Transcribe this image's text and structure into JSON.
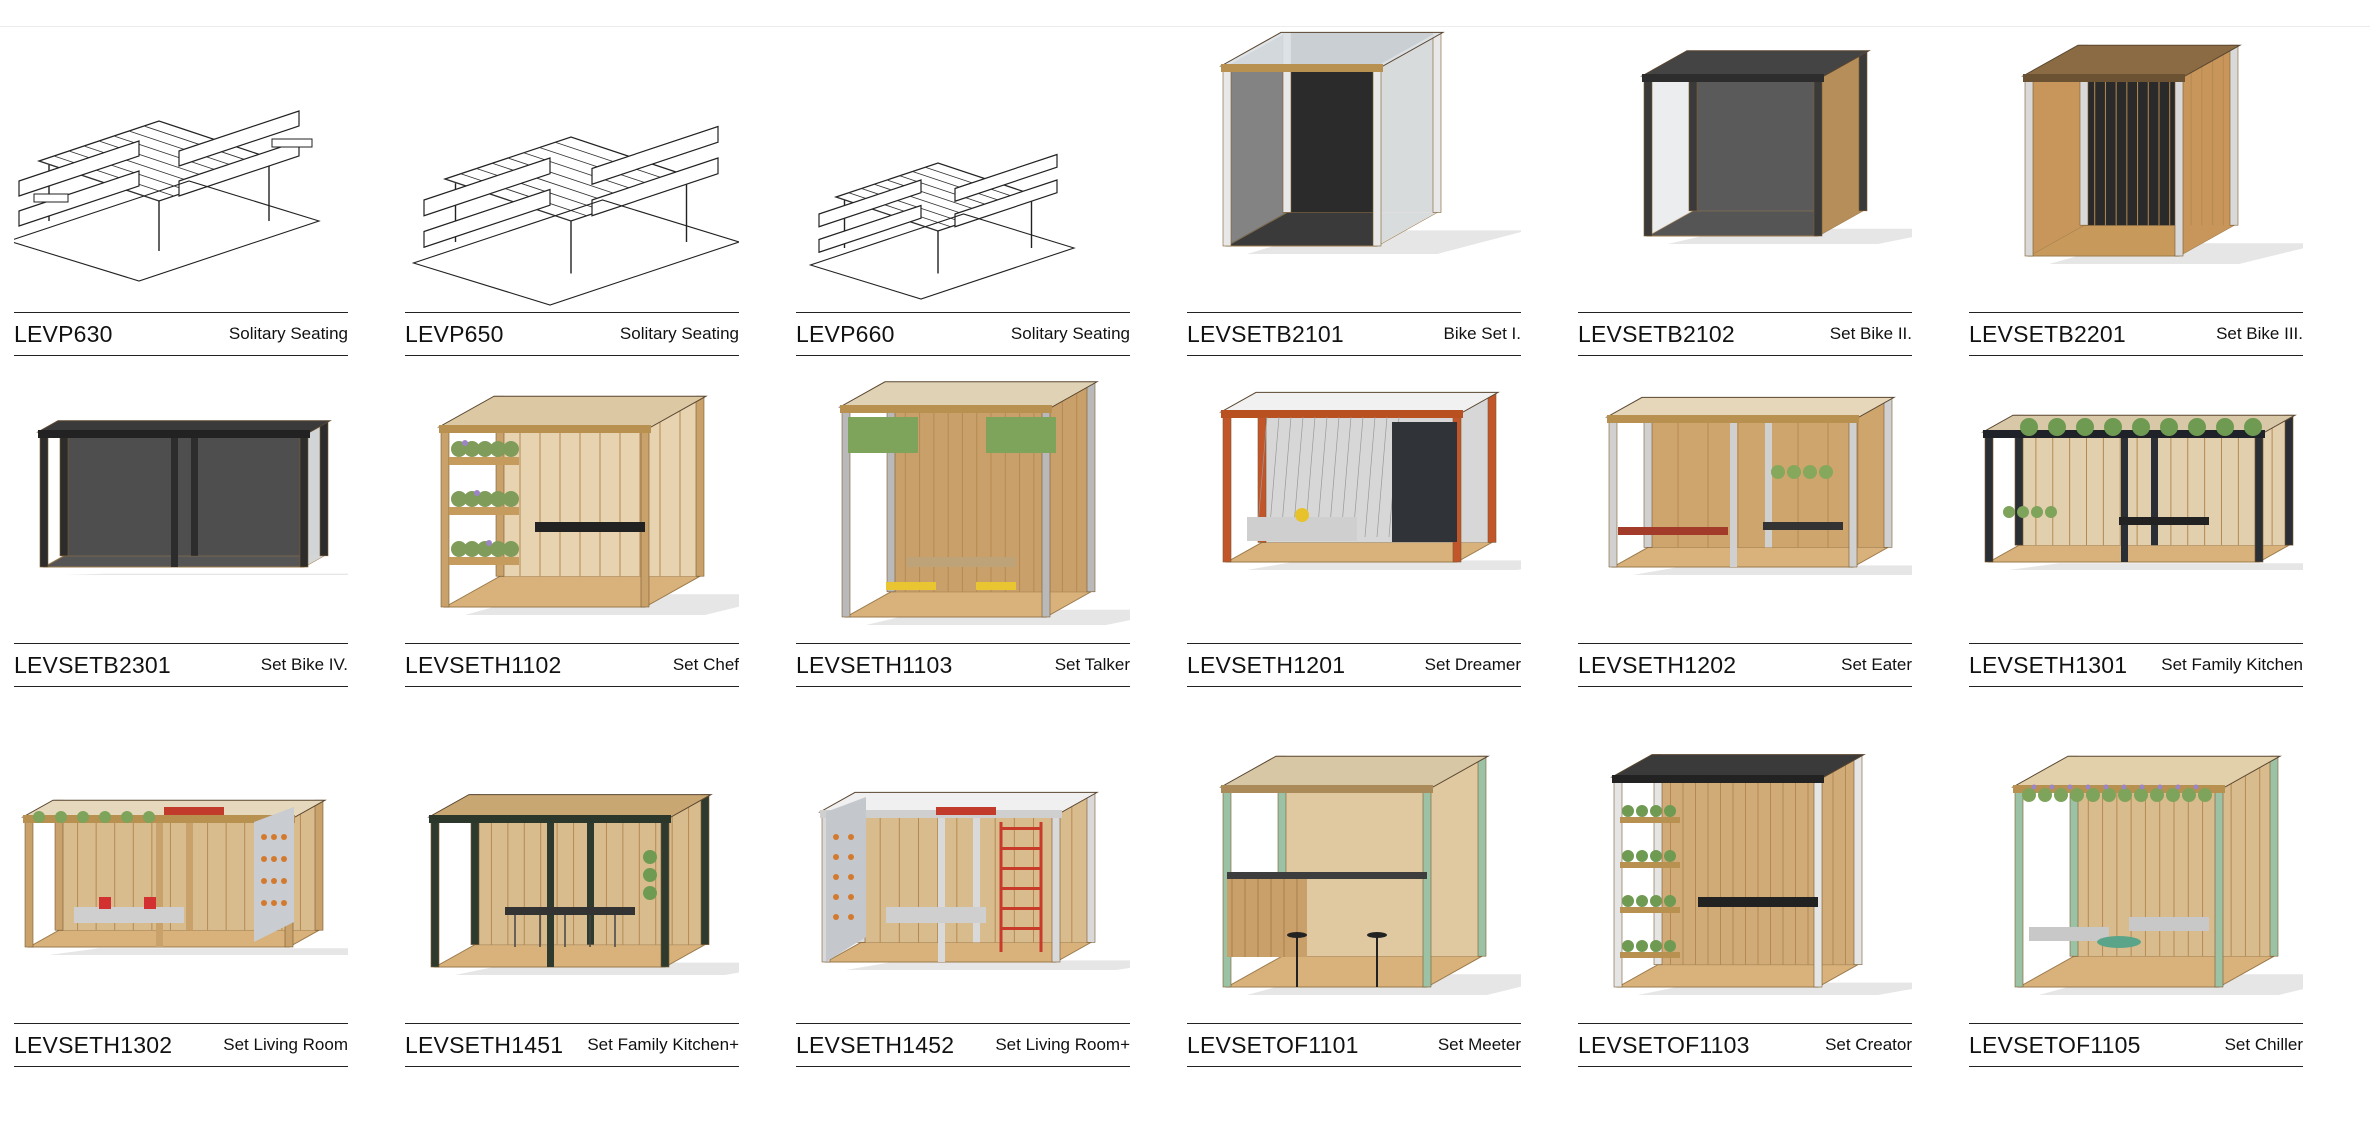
{
  "products": [
    {
      "code": "LEVP630",
      "name": "Solitary Seating",
      "thumb": "bench-wide"
    },
    {
      "code": "LEVP650",
      "name": "Solitary Seating",
      "thumb": "bench"
    },
    {
      "code": "LEVP660",
      "name": "Solitary Seating",
      "thumb": "bench-small"
    },
    {
      "code": "LEVSETB2101",
      "name": "Bike Set I.",
      "thumb": "bike-glass"
    },
    {
      "code": "LEVSETB2102",
      "name": "Set Bike II.",
      "thumb": "bike-dark"
    },
    {
      "code": "LEVSETB2201",
      "name": "Set Bike III.",
      "thumb": "bike-wood"
    },
    {
      "code": "LEVSETB2301",
      "name": "Set Bike IV.",
      "thumb": "bike-long"
    },
    {
      "code": "LEVSETH1102",
      "name": "Set Chef",
      "thumb": "pergola-kitchen"
    },
    {
      "code": "LEVSETH1103",
      "name": "Set Talker",
      "thumb": "pergola-talker"
    },
    {
      "code": "LEVSETH1201",
      "name": "Set Dreamer",
      "thumb": "pergola-dreamer"
    },
    {
      "code": "LEVSETH1202",
      "name": "Set Eater",
      "thumb": "pergola-eater"
    },
    {
      "code": "LEVSETH1301",
      "name": "Set Family Kitchen",
      "thumb": "pergola-long"
    },
    {
      "code": "LEVSETH1302",
      "name": "Set Living Room",
      "thumb": "pergola-living"
    },
    {
      "code": "LEVSETH1451",
      "name": "Set Family Kitchen+",
      "thumb": "pergola-kitchenplus"
    },
    {
      "code": "LEVSETH1452",
      "name": "Set Living Room+",
      "thumb": "pergola-livingplus"
    },
    {
      "code": "LEVSETOF1101",
      "name": "Set Meeter",
      "thumb": "office-meeter"
    },
    {
      "code": "LEVSETOF1103",
      "name": "Set Creator",
      "thumb": "office-creator"
    },
    {
      "code": "LEVSETOF1105",
      "name": "Set Chiller",
      "thumb": "office-chiller"
    }
  ]
}
